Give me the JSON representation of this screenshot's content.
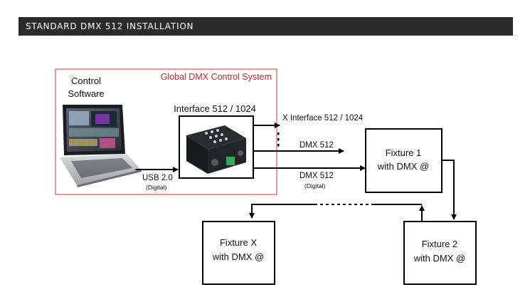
{
  "header": {
    "title": "STANDARD DMX 512 INSTALLATION"
  },
  "control_software": {
    "line1": "Control",
    "line2": "Software"
  },
  "system_title": "Global DMX Control System",
  "interface_title": "Interface 512 / 1024",
  "links": {
    "usb": {
      "label": "USB 2.0",
      "sub": "(Digital)"
    },
    "x_interface": "X Interface 512 / 1024",
    "dmx_1": "DMX 512",
    "dmx_2": {
      "label": "DMX 512",
      "sub": "(Digital)"
    }
  },
  "fixtures": {
    "f1": {
      "line1": "Fixture 1",
      "line2": "with DMX @"
    },
    "f2": {
      "line1": "Fixture 2",
      "line2": "with DMX @"
    },
    "fx": {
      "line1": "Fixture X",
      "line2": "with DMX @"
    }
  },
  "colors": {
    "system_border": "#d25a5a",
    "system_title": "#c62828",
    "header_bg": "#2b2b2b"
  }
}
